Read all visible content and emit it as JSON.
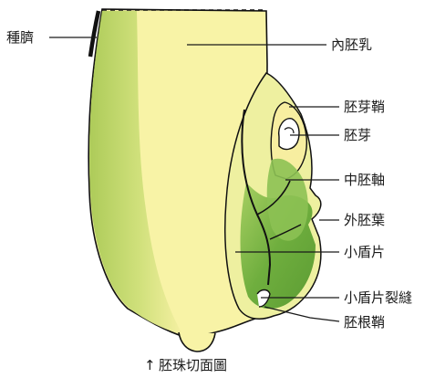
{
  "labels": {
    "hilum": "種臍",
    "endosperm": "內胚乳",
    "coleoptile": "胚芽鞘",
    "plumule": "胚芽",
    "mesocotyl": "中胚軸",
    "epiblast": "外胚葉",
    "scutellum": "小盾片",
    "scutellum_cleft": "小盾片裂縫",
    "coleorhiza": "胚根鞘"
  },
  "caption": {
    "arrow": "↑",
    "text": "胚珠切面圖"
  },
  "colors": {
    "endosperm": "#f8f3a6",
    "pericarp_green": "#bcd36a",
    "embryo_green": "#6fae3e",
    "embryo_light": "#b6d46a",
    "outline": "#111111"
  }
}
